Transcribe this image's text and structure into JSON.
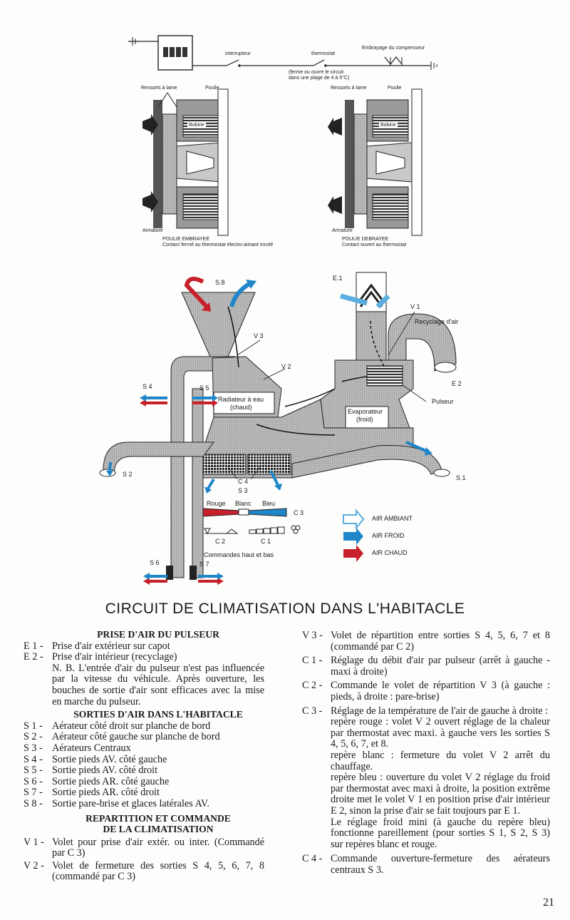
{
  "schematic": {
    "switch_label": "interrupteur",
    "thermostat_label": "thermostat",
    "thermostat_note_1": "(ferme ou ouvre le circuit",
    "thermostat_note_2": "dans une plage de 4 à 5°C)",
    "clutch_label": "Embrayage du compresseur"
  },
  "clutch_left": {
    "springs": "Ressorts à lame",
    "pulley": "Poulie",
    "coil": "Bobine",
    "armature": "Armature",
    "caption": "POULIE EMBRAYEE",
    "note": "Contact fermé au thermostat électro-aimant excité"
  },
  "clutch_right": {
    "springs": "Ressorts à lame",
    "pulley": "Poulie",
    "coil": "Bobine",
    "armature": "Armature",
    "caption": "POULIE DEBRAYEE",
    "note": "Contact ouvert au thermostat"
  },
  "circuit": {
    "S8": "S.8",
    "E1": "E.1",
    "V1": "V 1",
    "recycle": "Recyclage d'air",
    "V3": "V 3",
    "V2": "V 2",
    "S4": "S 4",
    "S5": "S 5",
    "radiator_1": "Radiateur à eau",
    "radiator_2": "(chaud)",
    "E2": "E 2",
    "blower": "Pulseur",
    "evap_1": "Evaporateur",
    "evap_2": "(froid)",
    "S2": "S 2",
    "S1": "S 1",
    "C4": "C 4",
    "S3": "S 3",
    "S6": "S 6",
    "S7": "S 7"
  },
  "controls": {
    "rouge": "Rouge",
    "blanc": "Blanc",
    "bleu": "Bleu",
    "C3": "C 3",
    "C2": "C 2",
    "C1": "C 1",
    "caption": "Commandes haut et bas"
  },
  "legend": {
    "items": [
      {
        "label": "AIR AMBIANT",
        "color": "#5aaee0"
      },
      {
        "label": "AIR FROID",
        "color": "#1f86c9"
      },
      {
        "label": "AIR CHAUD",
        "color": "#c8202a"
      }
    ]
  },
  "title": "CIRCUIT DE CLIMATISATION DANS L'HABITACLE",
  "left_col": {
    "sec1": "PRISE D'AIR DU PULSEUR",
    "e1_code": "E 1 -",
    "e1_text": "Prise d'air extérieur sur capot",
    "e2_code": "E 2 -",
    "e2_text": "Prise d'air intérieur (recyclage)",
    "nb": "N. B. L'entrée d'air du pulseur n'est pas influencée par la vitesse du véhicule. Après ouverture, les bouches de sortie d'air sont efficaces avec la mise en marche du pulseur.",
    "sec2": "SORTIES D'AIR DANS L'HABITACLE",
    "outlets": [
      {
        "code": "S 1 -",
        "text": "Aérateur côté droit sur planche de bord"
      },
      {
        "code": "S 2 -",
        "text": "Aérateur côté gauche sur planche de bord"
      },
      {
        "code": "S 3 -",
        "text": "Aérateurs Centraux"
      },
      {
        "code": "S 4 -",
        "text": "Sortie pieds AV. côté gauche"
      },
      {
        "code": "S 5 -",
        "text": "Sortie pieds AV. côté droit"
      },
      {
        "code": "S 6 -",
        "text": "Sortie pieds AR. côté gauche"
      },
      {
        "code": "S 7 -",
        "text": "Sortie pieds AR. côté droit"
      },
      {
        "code": "S 8 -",
        "text": "Sortie pare-brise et glaces latérales AV."
      }
    ],
    "sec3_line1": "REPARTITION ET COMMANDE",
    "sec3_line2": "DE LA CLIMATISATION",
    "v1_code": "V 1 -",
    "v1_text": "Volet pour prise d'air extér. ou inter. (Commandé par C 3)",
    "v2_code": "V 2 -",
    "v2_text": "Volet de fermeture des sorties S 4, 5, 6, 7, 8 (commandé par C 3)"
  },
  "right_col": {
    "v3_code": "V 3 -",
    "v3_text": "Volet de répartition entre sorties S 4, 5, 6, 7 et 8 (commandé par C 2)",
    "c1_code": "C 1 -",
    "c1_text": "Réglage du débit d'air par pulseur (arrêt à gauche - maxi à droite)",
    "c2_code": "C 2 -",
    "c2_text": "Commande le volet de répartition V 3 (à gauche : pieds, à droite : pare-brise)",
    "c3_code": "C 3 -",
    "c3_text": "Réglage de la température de l'air de gauche à droite :",
    "c3_p1": "repère rouge : volet V 2 ouvert réglage de la chaleur par thermostat avec maxi. à gauche vers les sorties S 4, 5, 6, 7, et 8.",
    "c3_p2": "repère blanc : fermeture du volet V 2 arrêt du chauffage.",
    "c3_p3": "repère bleu : ouverture du volet V 2 réglage du froid par thermostat avec maxi à droite, la position extrême droite met le volet V 1 en position prise d'air intérieur E 2, sinon la prise d'air se fait toujours par E 1.",
    "c3_p4": "Le réglage froid mini (à gauche du repère bleu) fonctionne pareillement (pour sorties S 1, S 2, S 3) sur repères blanc et rouge.",
    "c4_code": "C 4 -",
    "c4_text": "Commande ouverture-fermeture des aérateurs centraux S 3."
  },
  "page_number": "21"
}
